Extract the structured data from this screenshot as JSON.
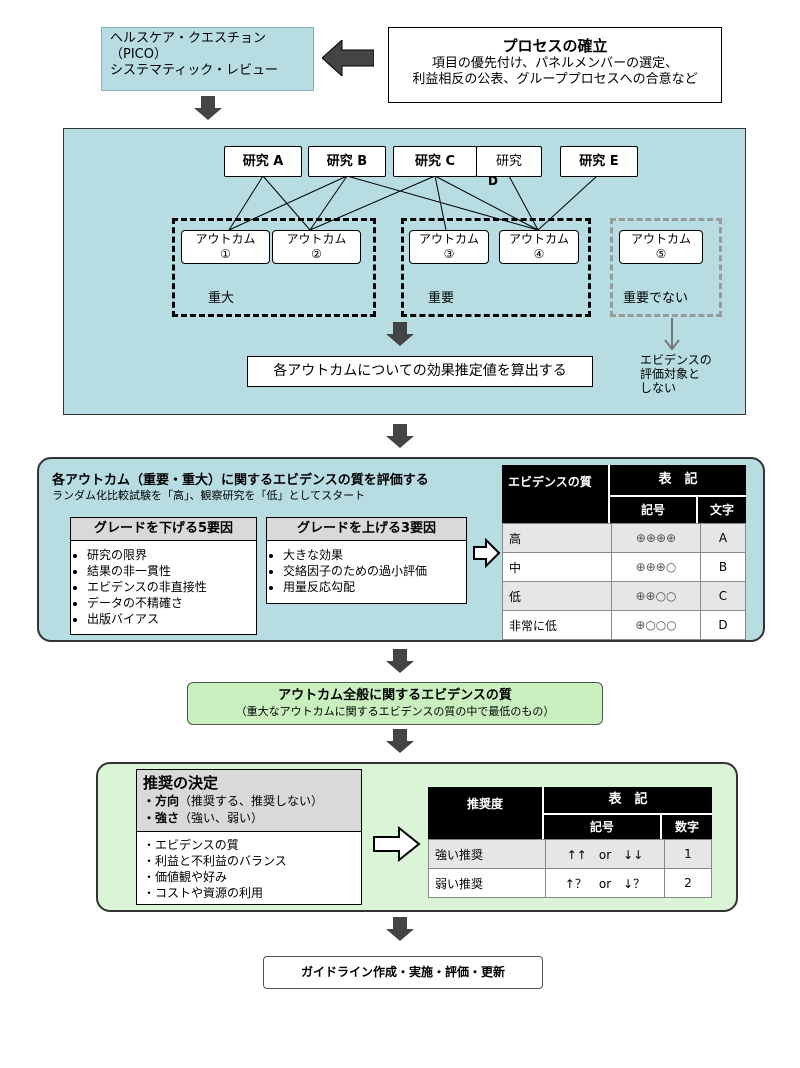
{
  "top": {
    "pico_line1": "ヘルスケア・クエスチョン",
    "pico_line2": "（PICO）",
    "pico_line3": "システマティック・レビュー",
    "process_title": "プロセスの確立",
    "process_line1": "項目の優先付け、パネルメンバーの選定、",
    "process_line2": "利益相反の公表、グループプロセスへの合意など"
  },
  "studies": [
    {
      "label": "研究 A"
    },
    {
      "label": "研究 B"
    },
    {
      "label": "研究 C"
    },
    {
      "label": "研究",
      "sub": "D"
    },
    {
      "label": "研究 E"
    }
  ],
  "outcomes": [
    {
      "label": "アウトカム",
      "num": "①"
    },
    {
      "label": "アウトカム",
      "num": "②"
    },
    {
      "label": "アウトカム",
      "num": "③"
    },
    {
      "label": "アウトカム",
      "num": "④"
    },
    {
      "label": "アウトカム",
      "num": "⑤"
    }
  ],
  "groups": {
    "critical": "重大",
    "important": "重要",
    "not_important": "重要でない"
  },
  "not_evaluated": {
    "line1": "エビデンスの",
    "line2": "評価対象と",
    "line3": "しない"
  },
  "estimate_box": "各アウトカムについての効果推定値を算出する",
  "quality": {
    "title": "各アウトカム（重要・重大）に関するエビデンスの質を評価する",
    "subtitle": "ランダム化比較試験を「高」、観察研究を「低」としてスタート",
    "down_title": "グレードを下げる5要因",
    "down_items": [
      "研究の限界",
      "結果の非一貫性",
      "エビデンスの非直接性",
      "データの不精確さ",
      "出版バイアス"
    ],
    "up_title": "グレードを上げる3要因",
    "up_items": [
      "大きな効果",
      "交絡因子のための過小評価",
      "用量反応勾配"
    ],
    "table": {
      "col1": "エビデンスの質",
      "col2": "表　記",
      "sub_symbol": "記号",
      "sub_letter": "文字",
      "rows": [
        {
          "level": "高",
          "symbol": "⊕⊕⊕⊕",
          "letter": "A"
        },
        {
          "level": "中",
          "symbol": "⊕⊕⊕○",
          "letter": "B"
        },
        {
          "level": "低",
          "symbol": "⊕⊕○○",
          "letter": "C"
        },
        {
          "level": "非常に低",
          "symbol": "⊕○○○",
          "letter": "D"
        }
      ]
    }
  },
  "overall": {
    "title": "アウトカム全般に関するエビデンスの質",
    "subtitle": "（重大なアウトカムに関するエビデンスの質の中で最低のもの）"
  },
  "recommendation": {
    "title": "推奨の決定",
    "direction_label": "・方向",
    "direction_text": "（推奨する、推奨しない）",
    "strength_label": "・強さ",
    "strength_text": "（強い、弱い）",
    "factors": [
      "・エビデンスの質",
      "・利益と不利益のバランス",
      "・価値観や好み",
      "・コストや資源の利用"
    ],
    "table": {
      "col1": "推奨度",
      "col2": "表　記",
      "sub_symbol": "記号",
      "sub_number": "数字",
      "rows": [
        {
          "level": "強い推奨",
          "symbol": "↑↑　or　↓↓",
          "number": "1"
        },
        {
          "level": "弱い推奨",
          "symbol": "↑？　or　↓？",
          "number": "2"
        }
      ]
    }
  },
  "final_box": "ガイドライン作成・実施・評価・更新",
  "colors": {
    "panel": "#b7dde2",
    "green_panel": "#daf5d5",
    "green_box": "#c9efbf",
    "table_dark": "#000000",
    "row_gray": "#e6e6e6",
    "arrow": "#444444"
  }
}
